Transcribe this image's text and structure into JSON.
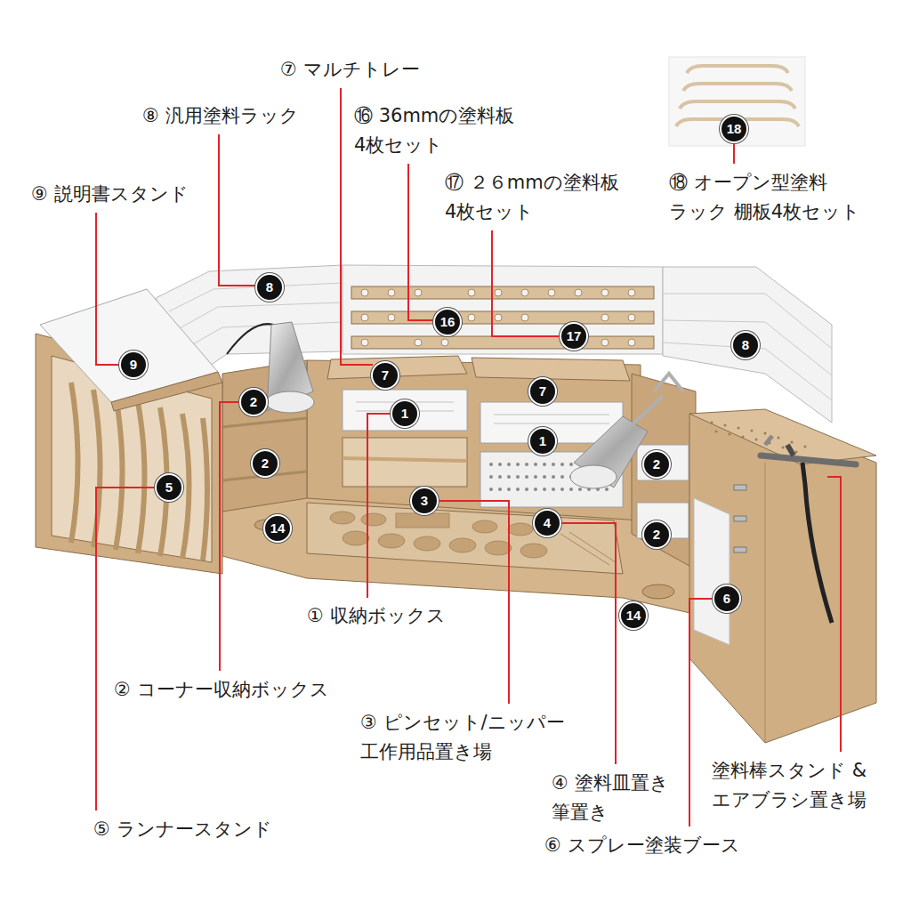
{
  "diagram": {
    "labels": [
      "⑦ マルチトレー",
      "⑧ 汎用塗料ラック",
      "⑯ 36mmの塗料板 4枚セット",
      "18",
      "⑰ ２６mmの塗料板 4枚セット",
      "⑱ オープン型塗料 ラック 棚板4枚セット",
      "⑨ 説明書スタンド",
      "8",
      "16",
      "17",
      "8",
      "9",
      "7",
      "7",
      "2",
      "1",
      "1",
      "2",
      "2",
      "5",
      "3",
      "4",
      "14",
      "2",
      "6",
      "14",
      "① 収納ボックス",
      "② コーナー収納ボックス",
      "③ ピンセット/ニッパー 工作用品置き場",
      "塗料棒スタンド & エアブラシ置き場",
      "④ 塗料皿置き 筆置き",
      "⑤ ランナースタンド",
      "⑥ スプレー塗装ブース"
    ]
  }
}
